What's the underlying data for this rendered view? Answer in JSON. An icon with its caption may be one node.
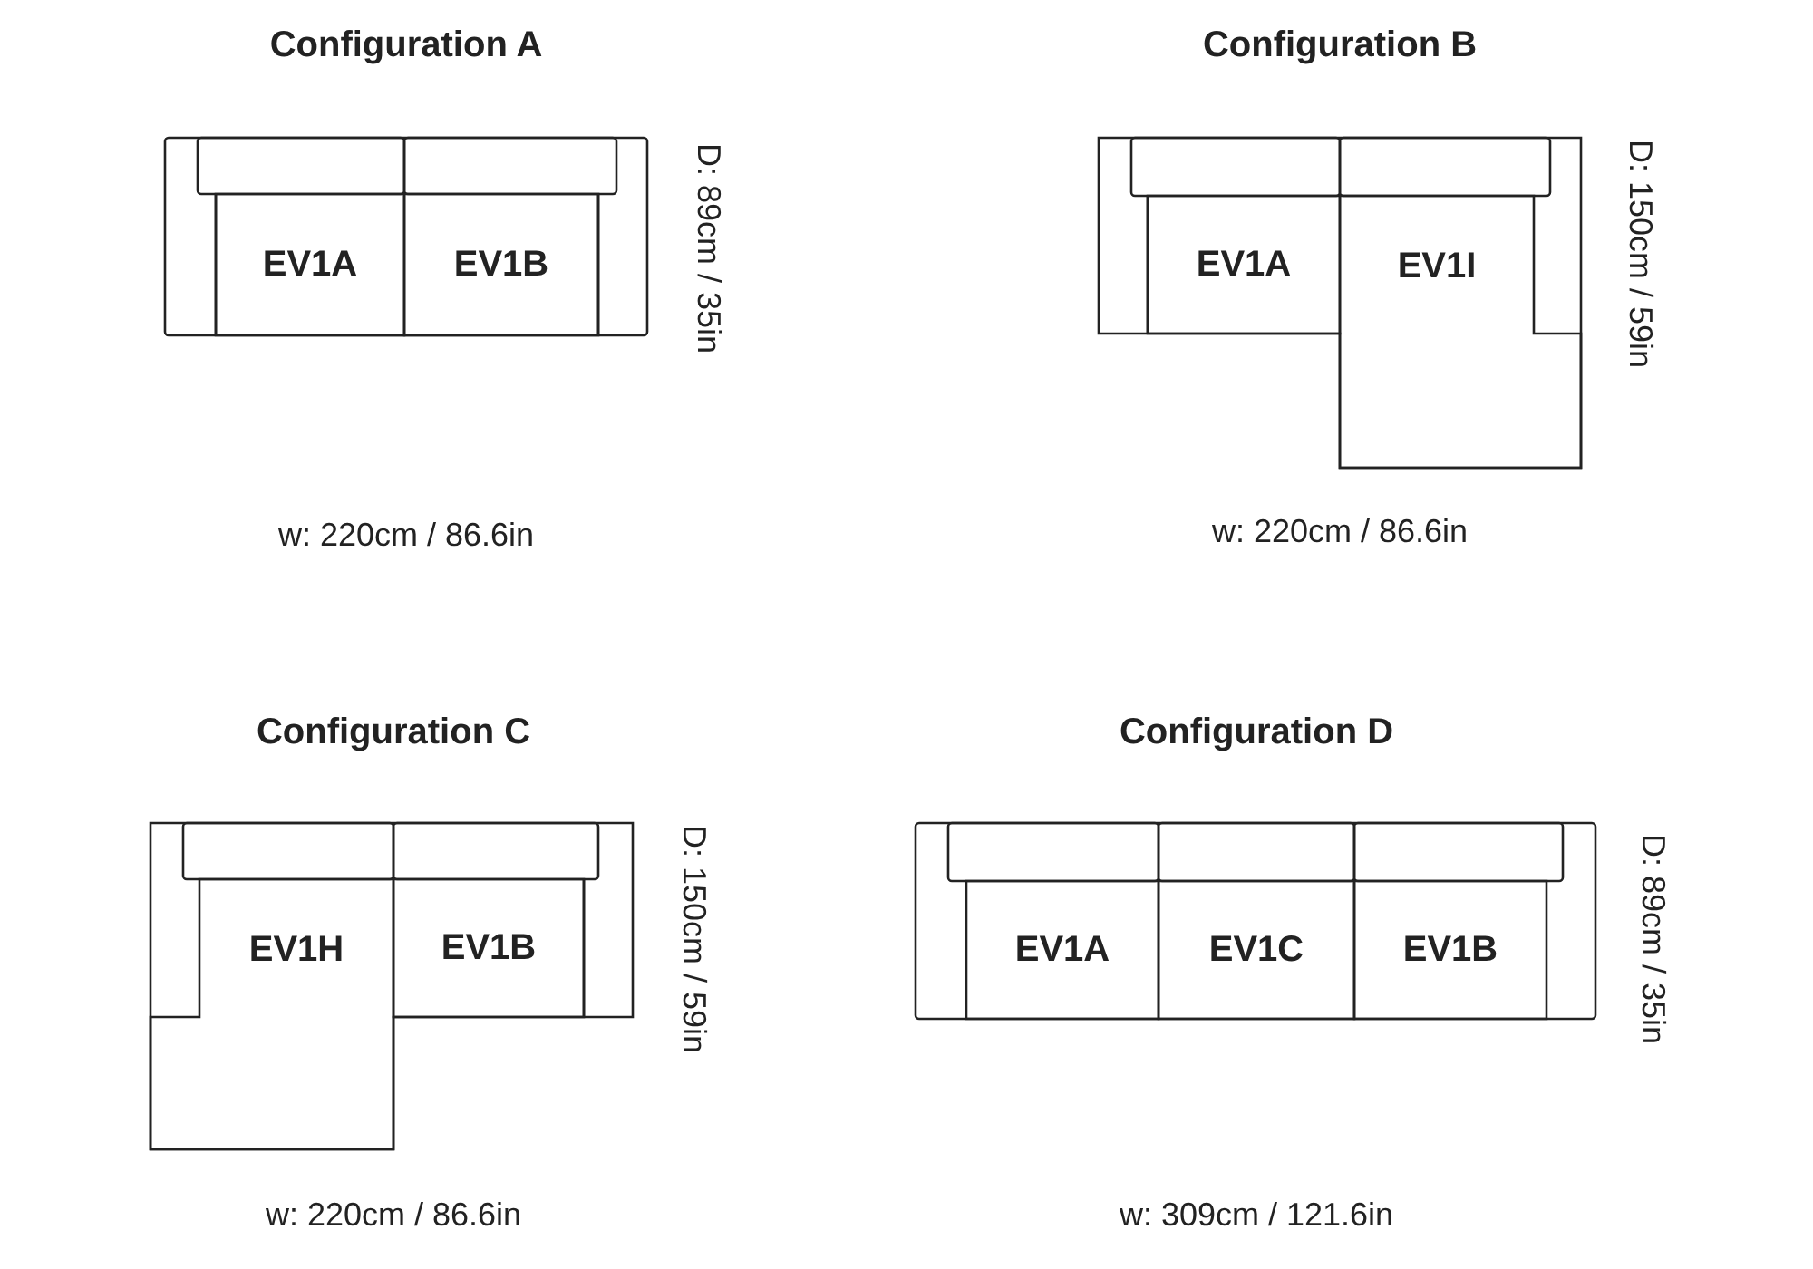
{
  "diagram": {
    "nodes": [
      {
        "text": [
          "EV1A"
        ]
      },
      {
        "text": [
          "EV1B"
        ]
      },
      {
        "text": [
          "EV1A"
        ]
      },
      {
        "text": [
          "EV1I"
        ]
      },
      {
        "text": [
          "EV1H"
        ]
      },
      {
        "text": [
          "EV1B"
        ]
      },
      {
        "text": [
          "EV1A"
        ]
      },
      {
        "text": [
          "EV1C"
        ]
      },
      {
        "text": [
          "EV1B"
        ]
      }
    ],
    "labels": [
      "Configuration A",
      "Configuration B",
      "D: 89cm / 35in",
      "D: 150cm / 59in",
      "w: 220cm / 86.6in",
      "w: 220cm / 86.6in",
      "Configuration C",
      "Configuration D",
      "D: 150cm / 59in",
      "D: 89cm / 35in",
      "w: 220cm / 86.6in",
      "w: 309cm / 121.6in"
    ]
  }
}
